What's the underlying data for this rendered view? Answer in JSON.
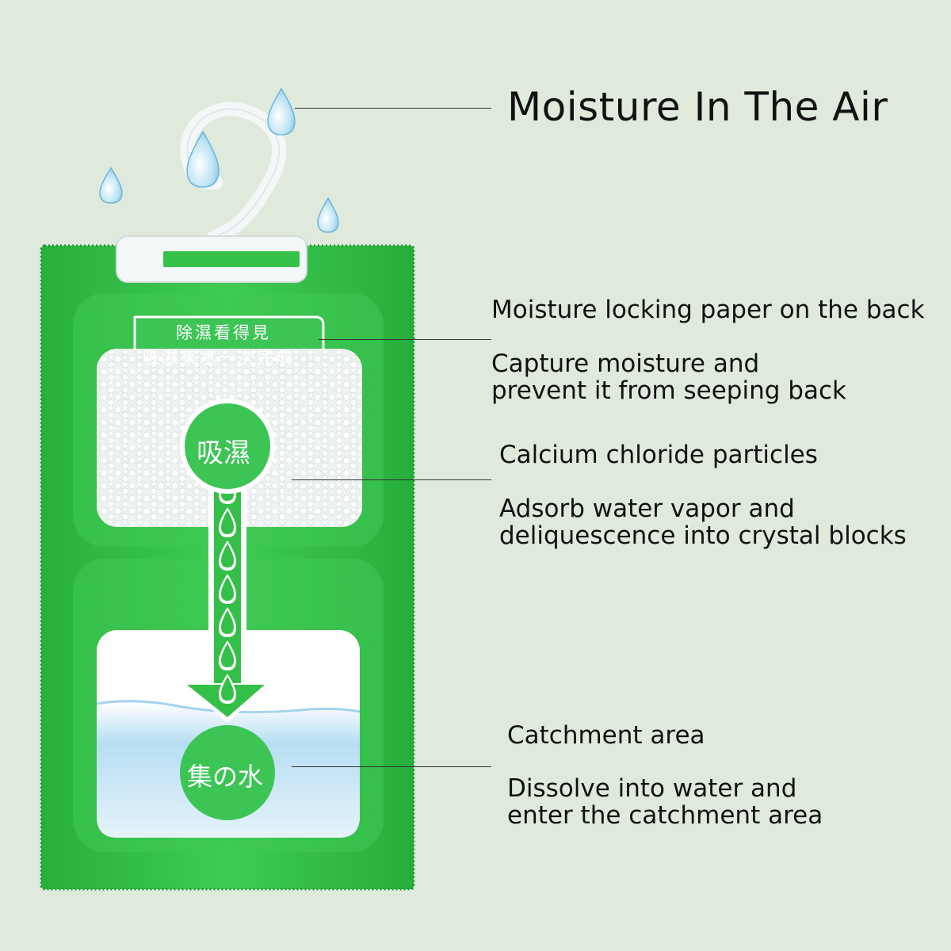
{
  "title": "Moisture In The Air",
  "package": {
    "banner_line1": "除濕看得見",
    "banner_line2": "吸濕集水一次完成",
    "badge_top": "吸濕",
    "badge_bottom": "集の水"
  },
  "annotations": [
    {
      "heading": "Moisture locking paper on the back",
      "detail_line1": "Capture moisture and",
      "detail_line2": "prevent it from seeping back"
    },
    {
      "heading": "Calcium chloride particles",
      "detail_line1": "Adsorb water vapor and",
      "detail_line2": "deliquescence into crystal blocks"
    },
    {
      "heading": "Catchment area",
      "detail_line1": "Dissolve into water and",
      "detail_line2": "enter the catchment area"
    }
  ],
  "colors": {
    "background": "#dfeadd",
    "bag_green": "#34c247",
    "bag_green_dark": "#25a93a",
    "badge_green": "#3cc455",
    "water_blue": "#9fd3f0",
    "hook_white": "#f4f7f8"
  }
}
